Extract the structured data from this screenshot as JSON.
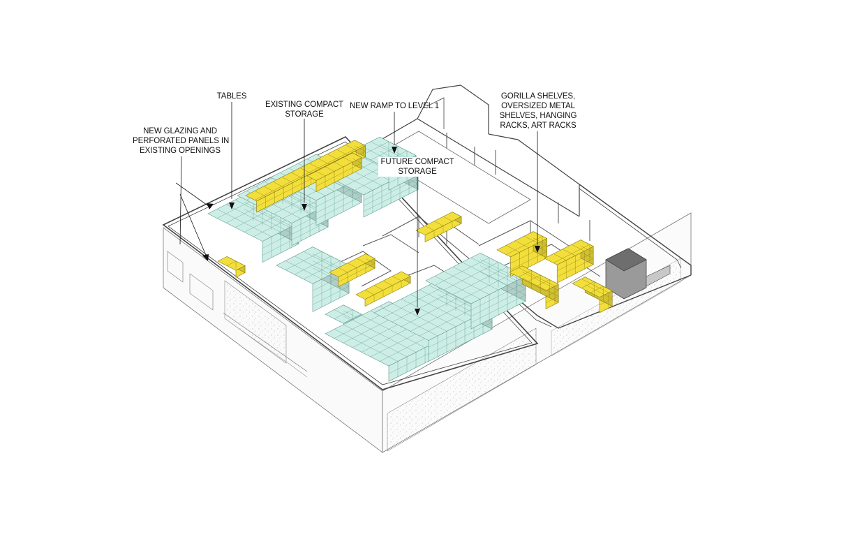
{
  "labels": {
    "tables": [
      "TABLES"
    ],
    "existing_compact": [
      "EXISTING COMPACT",
      "STORAGE"
    ],
    "ramp": [
      "NEW RAMP TO LEVEL 1"
    ],
    "gorilla": [
      "GORILLA SHELVES,",
      "OVERSIZED METAL",
      "SHELVES, HANGING",
      "RACKS, ART RACKS"
    ],
    "glazing": [
      "NEW GLAZING AND",
      "PERFORATED PANELS IN",
      "EXISTING OPENINGS"
    ],
    "future_compact": [
      "FUTURE COMPACT",
      "STORAGE"
    ]
  },
  "colors": {
    "compact_storage": "#cdeee6",
    "compact_storage_edge": "#5d9a8e",
    "shelving": "#f2df3c",
    "shelving_edge": "#8a7a10",
    "walls": "#555555",
    "dark_volume": "#8a8a8a"
  }
}
